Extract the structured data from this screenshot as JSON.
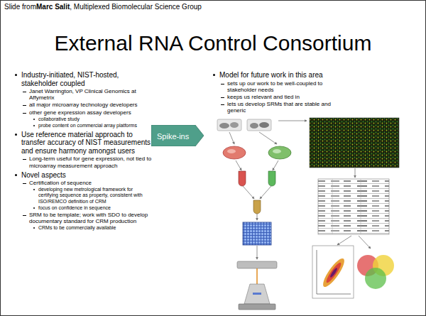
{
  "diagram": {
    "title": "External RNA Control Consortium",
    "nodes": [
      {
        "text": [
          "Spike-ins"
        ]
      }
    ],
    "edges": [],
    "labels": [
      "Slide from",
      "Marc Salit",
      ", Multiplexed Biomolecular Science Group",
      "Industry-initiated, NIST-hosted, stakeholder coupled",
      "Janet Warrington, VP Clinical Genomics at Affymetrix",
      "all major microarray technology developers",
      "other gene expression assay developers",
      "collaborative study",
      "probe content on commercial array platforms",
      "Use reference material approach to transfer accuracy of NIST measurements and ensure harmony amongst users",
      "Long-term useful for gene expression, not tied to microarray measurement approach",
      "Novel aspects",
      "Certification of sequence",
      "developing new metrological framework for certifying sequence as property, consistent with ISO/REMCO definition of CRM",
      "focus on confidence in sequence",
      "SRM to be template; work with SDO to develop documentary standard for CRM production",
      "CRMs to be commercially available",
      "Model for future work in this area",
      "sets up our work to be well-coupled to stakeholder needs",
      "keeps us relevant and tied in",
      "lets us develop SRMs that are stable and generic"
    ]
  }
}
